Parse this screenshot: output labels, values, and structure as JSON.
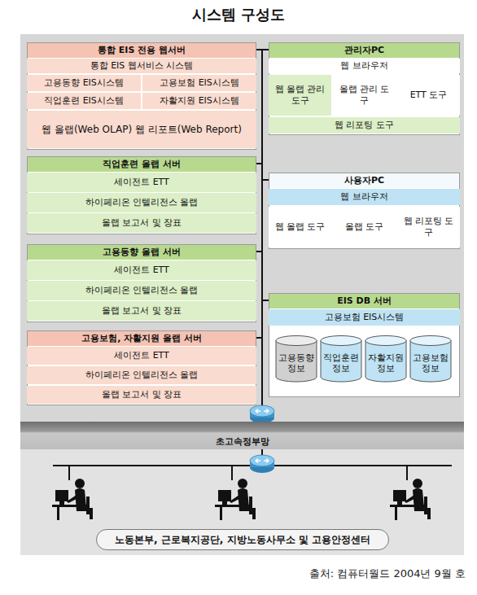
{
  "diagram": {
    "title": "시스템 구성도",
    "caption": "출처: 컴퓨터월드 2004년 9월 호",
    "nodes": [
      {
        "text": [
          "통합 EIS 전용 웹서버"
        ]
      },
      {
        "text": [
          "통합 EIS 웹서비스 시스템"
        ],
        "in": 0
      },
      {
        "text": [
          "고용동향 EIS시스템"
        ],
        "in": 0
      },
      {
        "text": [
          "고용보험 EIS시스템"
        ],
        "in": 0
      },
      {
        "text": [
          "직업훈련 EIS시스템"
        ],
        "in": 0
      },
      {
        "text": [
          "자활지원 EIS시스템"
        ],
        "in": 0
      },
      {
        "text": [
          "웹 올랩(Web OLAP) 웹 리포트(Web Report)"
        ],
        "in": 0
      },
      {
        "text": [
          "직업훈련 올랩 서버"
        ]
      },
      {
        "text": [
          "세이전트 ETT"
        ],
        "in": 7
      },
      {
        "text": [
          "하이페리온 인텔리전스 올랩"
        ],
        "in": 7
      },
      {
        "text": [
          "올랩 보고서 및 장표"
        ],
        "in": 7
      },
      {
        "text": [
          "고용동향 올랩 서버"
        ]
      },
      {
        "text": [
          "세이전트 ETT"
        ],
        "in": 11
      },
      {
        "text": [
          "하이페리온 인텔리전스 올랩"
        ],
        "in": 11
      },
      {
        "text": [
          "올랩 보고서 및 장표"
        ],
        "in": 11
      },
      {
        "text": [
          "고용보험, 자활지원 올랩 서버"
        ]
      },
      {
        "text": [
          "세이전트 ETT"
        ],
        "in": 15
      },
      {
        "text": [
          "하이페리온 인텔리전스 올랩"
        ],
        "in": 15
      },
      {
        "text": [
          "올랩 보고서 및 장표"
        ],
        "in": 15
      },
      {
        "text": [
          "관리자PC"
        ]
      },
      {
        "text": [
          "웹 브라우저"
        ],
        "in": 19
      },
      {
        "text": [
          "웹 올랩 관리 도구"
        ],
        "in": 19
      },
      {
        "text": [
          "올랩 관리 도구"
        ],
        "in": 19
      },
      {
        "text": [
          "ETT 도구"
        ],
        "in": 19
      },
      {
        "text": [
          "웹 리포팅 도구"
        ],
        "in": 19
      },
      {
        "text": [
          "사용자PC"
        ]
      },
      {
        "text": [
          "웹 브라우저"
        ],
        "in": 25
      },
      {
        "text": [
          "웹 올랩 도구"
        ],
        "in": 25
      },
      {
        "text": [
          "올랩 도구"
        ],
        "in": 25
      },
      {
        "text": [
          "웹 리포팅 도구"
        ],
        "in": 25
      },
      {
        "text": [
          "EIS DB 서버"
        ]
      },
      {
        "text": [
          "고용보험 EIS시스템"
        ],
        "in": 30
      },
      {
        "text": [
          "고용동향 정보"
        ],
        "in": 30
      },
      {
        "text": [
          "직업훈련 정보"
        ],
        "in": 30
      },
      {
        "text": [
          "자활지원 정보"
        ],
        "in": 30
      },
      {
        "text": [
          "고용보험 정보"
        ],
        "in": 30
      },
      {
        "text": [
          "초고속정부망"
        ]
      },
      {
        "text": [
          "노동본부, 근로복지공단, 지방노동사무소 및 고용안정센터"
        ]
      }
    ],
    "edges": [
      {
        "from": 0,
        "to": 36,
        "arrow": "none"
      },
      {
        "from": 7,
        "to": 36,
        "arrow": "none"
      },
      {
        "from": 11,
        "to": 36,
        "arrow": "none"
      },
      {
        "from": 15,
        "to": 36,
        "arrow": "none"
      },
      {
        "from": 19,
        "to": 36,
        "arrow": "none"
      },
      {
        "from": 25,
        "to": 36,
        "arrow": "none"
      },
      {
        "from": 30,
        "to": 36,
        "arrow": "none"
      }
    ]
  }
}
